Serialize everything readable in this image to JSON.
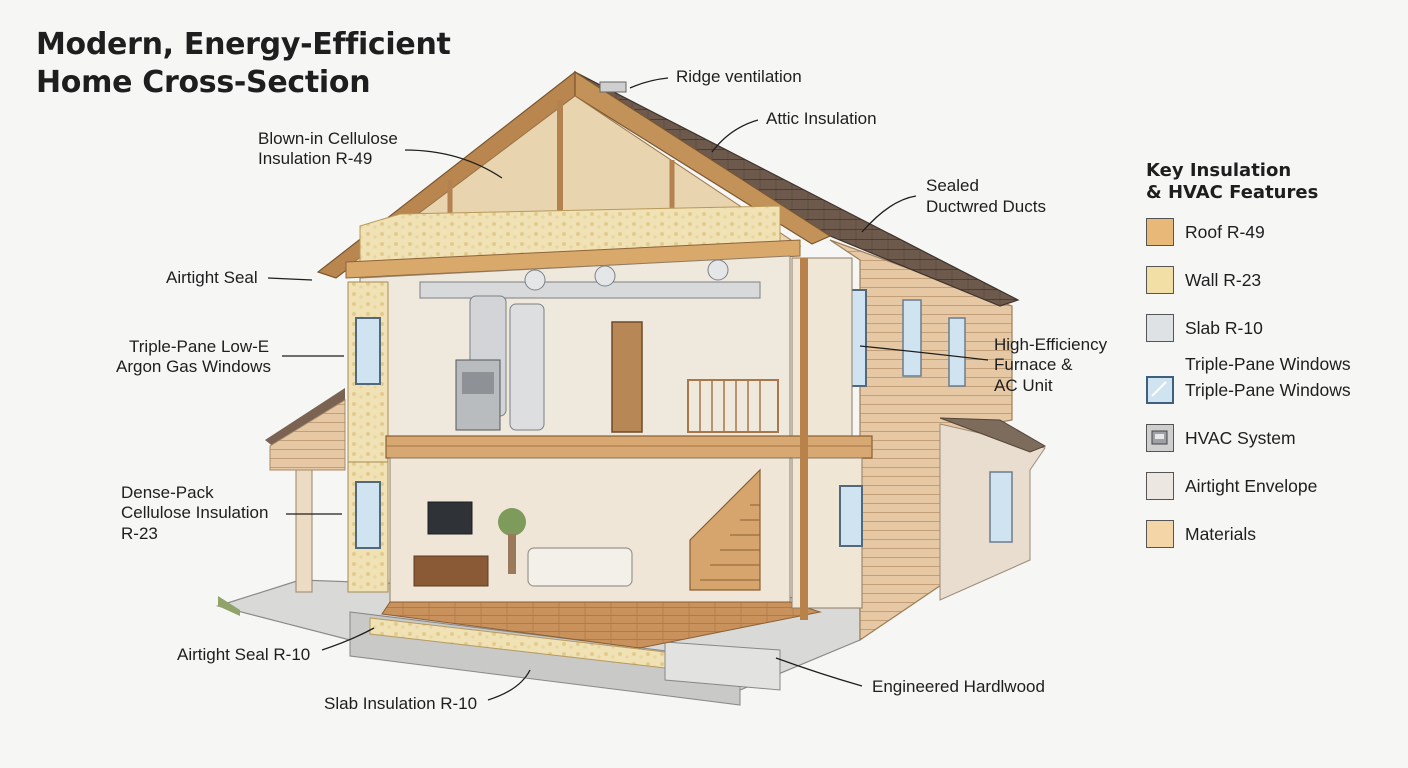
{
  "title": [
    "Modern, Energy-Efficient",
    "Home Cross-Section"
  ],
  "labels": {
    "ridge": "Ridge ventilation",
    "attic": "Attic Insulation",
    "blownin": [
      "Blown-in Cellulose",
      "Insulation R-49"
    ],
    "ducts": [
      "Sealed",
      "Ductwred Ducts"
    ],
    "airtight": "Airtight Seal",
    "windows": [
      "Triple-Pane Low-E",
      "Argon Gas Windows"
    ],
    "furnace": [
      "High-Efficiency",
      "Furnace &",
      "AC Unit"
    ],
    "densepack": [
      "Dense-Pack",
      "Cellulose Insulation",
      "R-23"
    ],
    "airtight_r10": "Airtight Seal R-10",
    "slab": "Slab Insulation R-10",
    "hardwood": "Engineered Hardlwood"
  },
  "legend": {
    "title": [
      "Key Insulation",
      "& HVAC Features"
    ],
    "items": [
      {
        "label": "Roof R-49",
        "color": "#e8b878"
      },
      {
        "label": "Wall R-23",
        "color": "#f1dfa6"
      },
      {
        "label": "Slab R-10",
        "color": "#dfe2e4"
      },
      {
        "label": "Triple-Pane Windows",
        "label2": "Triple-Pane Windows",
        "color": "#cfe3f1"
      },
      {
        "label": "HVAC System",
        "color": "#cfcfcf"
      },
      {
        "label": "Airtight Envelope",
        "color": "#ece7e1"
      },
      {
        "label": "Materials",
        "color": "#f3d5a8"
      }
    ]
  }
}
